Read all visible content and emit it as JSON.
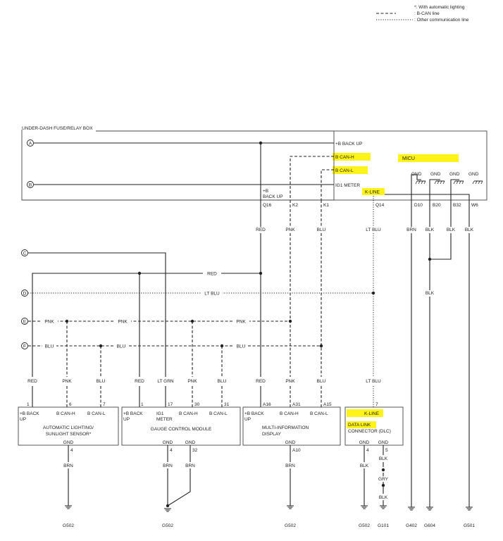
{
  "legend": {
    "auto_lighting": "*: With automatic lighting",
    "bcan": ": B-CAN line",
    "other": ": Other communication line"
  },
  "fusebox": {
    "title": "UNDER-DASH FUSE/RELAY BOX",
    "conn_a": "A",
    "conn_b": "B",
    "micu": "MICU",
    "b_backup": "+B BACK UP",
    "bcan_h": "B CAN-H",
    "bcan_l": "B CAN-L",
    "ig1_meter": "IG1 METER",
    "kline": "K-LINE",
    "backup_sub1": "+B",
    "backup_sub2": "BACK UP",
    "gnd": "GND",
    "pins": [
      "Q16",
      "K2",
      "K1",
      "Q14",
      "D10",
      "B20",
      "B32",
      "W6"
    ],
    "wires": [
      "RED",
      "PNK",
      "BLU",
      "LT BLU",
      "BRN",
      "BLK",
      "BLK",
      "BLK"
    ],
    "joint_blk": "BLK"
  },
  "buses": {
    "c": "C",
    "d": "D",
    "e": "E",
    "f": "F",
    "red": "RED",
    "lt_blu": "LT BLU",
    "pnk1": "PNK",
    "pnk2": "PNK",
    "pnk3": "PNK",
    "blu1": "BLU",
    "blu2": "BLU",
    "blu3": "BLU"
  },
  "branch_wires": {
    "s1": [
      "RED",
      "PNK",
      "BLU"
    ],
    "g1": [
      "RED",
      "LT GRN",
      "PNK",
      "BLU"
    ],
    "m1": [
      "RED",
      "PNK",
      "BLU"
    ],
    "d1": "LT BLU"
  },
  "sensor": {
    "name_line1": "AUTOMATIC LIGHTING/",
    "name_line2": "SUNLIGHT SENSOR*",
    "t1": "+B BACK",
    "t1b": "UP",
    "t2": "B CAN-H",
    "t3": "B CAN-L",
    "pins": [
      "1",
      "6",
      "7"
    ],
    "gnd": "GND",
    "gnd_pin": "4",
    "gnd_wire": "BRN",
    "ground": "G502"
  },
  "gauge": {
    "name": "GAUGE CONTROL MODULE",
    "t1": "+B BACK",
    "t1b": "UP",
    "t2": "IG1",
    "t2b": "METER",
    "t3": "B CAN-H",
    "t4": "B CAN-L",
    "pins": [
      "1",
      "17",
      "30",
      "31"
    ],
    "gnd1": "GND",
    "gnd2": "GND",
    "gnd_pins": [
      "4",
      "32"
    ],
    "gnd_wires": [
      "BRN",
      "BRN"
    ],
    "ground": "G502"
  },
  "mid": {
    "name_line1": "MULTI-INFORMATION",
    "name_line2": "DISPLAY",
    "t1": "+B BACK",
    "t1b": "UP",
    "t2": "B CAN-H",
    "t3": "B CAN-L",
    "pins": [
      "A16",
      "A31",
      "A15"
    ],
    "gnd": "GND",
    "gnd_pin": "A10",
    "gnd_wire": "BRN",
    "ground": "G502"
  },
  "dlc": {
    "kline": "K-LINE",
    "kline_pin": "7",
    "name_line1": "DATA LINK",
    "name_line2": "CONNECTOR (DLC)",
    "gnd1": "GND",
    "gnd2": "GND",
    "gnd_pins": [
      "4",
      "5"
    ],
    "wire1": "BLK",
    "wire2a": "BLK",
    "wire2b": "GRY",
    "wire2c": "BLK"
  },
  "grounds": [
    "G502",
    "G101",
    "G402",
    "G604",
    "G501"
  ]
}
